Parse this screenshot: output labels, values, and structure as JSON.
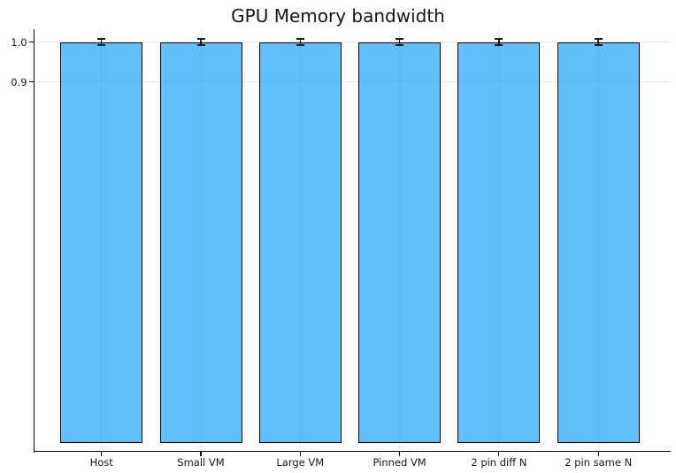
{
  "chart_data": {
    "type": "bar",
    "title": "GPU Memory bandwidth",
    "categories": [
      "Host",
      "Small VM",
      "Large VM",
      "Pinned VM",
      "2 pin diff N",
      "2 pin same N"
    ],
    "values": [
      1.0,
      1.0,
      1.0,
      1.0,
      1.0,
      1.0
    ],
    "error_bars": [
      0.008,
      0.008,
      0.008,
      0.008,
      0.008,
      0.008
    ],
    "xlabel": "",
    "ylabel": "",
    "yticks": [
      {
        "value": 1.0,
        "label": "1.0"
      },
      {
        "value": 0.9,
        "label": "0.9"
      }
    ],
    "ylim": [
      -0.022,
      1.032
    ],
    "bar_base": 0.0,
    "grid": true,
    "legend": "none",
    "style": {
      "bar_fill": "#009AFA",
      "bar_fill_alpha": 0.62,
      "bar_edge": "#000000",
      "grid_color": "#e9e9e9",
      "axis_color": "#000000",
      "text_color": "#191919"
    }
  }
}
